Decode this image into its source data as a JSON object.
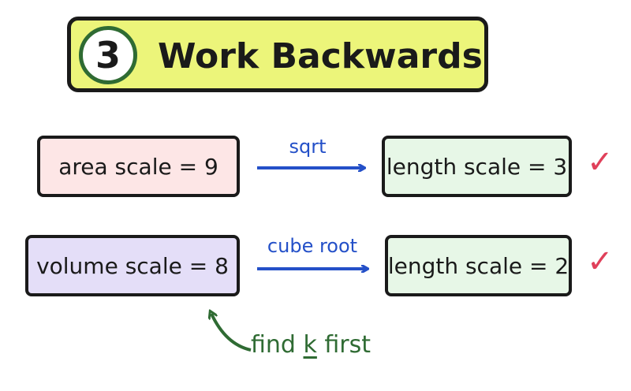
{
  "title": {
    "step_number": "3",
    "text": "Work Backwards"
  },
  "rows": [
    {
      "source": "area scale = 9",
      "operation": "sqrt",
      "result": "length scale = 3",
      "check": "✓"
    },
    {
      "source": "volume scale = 8",
      "operation": "cube root",
      "result": "length scale = 2",
      "check": "✓"
    }
  ],
  "note": {
    "before": "find ",
    "highlight": "k",
    "after": " first"
  },
  "colors": {
    "title_fill": "#ecf57a",
    "step_circle_border": "#2f6b33",
    "area_fill": "#fde6e6",
    "volume_fill": "#e4def8",
    "result_fill": "#e7f7e7",
    "arrow_blue": "#2450c8",
    "note_green": "#2f6b33",
    "check_red": "#e0405a"
  }
}
